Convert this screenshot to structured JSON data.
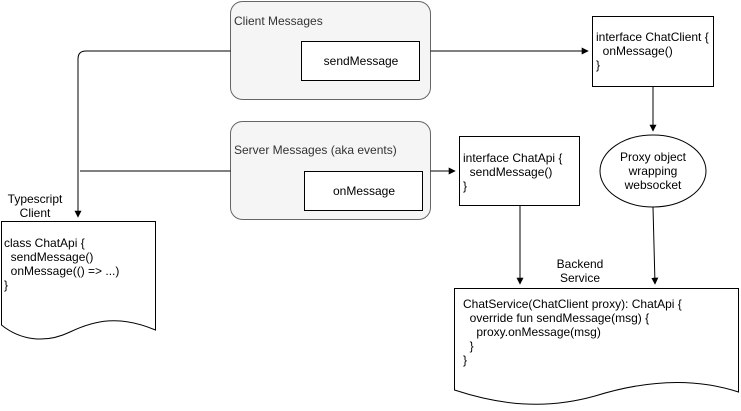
{
  "groups": {
    "client_messages": {
      "title": "Client Messages",
      "item": "sendMessage"
    },
    "server_messages": {
      "title": "Server Messages (aka events)",
      "item": "onMessage"
    }
  },
  "interfaces": {
    "chat_client": [
      "interface ChatClient {",
      "  onMessage()",
      "}"
    ],
    "chat_api": [
      "interface ChatApi {",
      "  sendMessage()",
      "}"
    ]
  },
  "proxy": {
    "lines": [
      "Proxy object",
      "wrapping",
      "websocket"
    ]
  },
  "typescript_client": {
    "caption_lines": [
      "Typescript",
      "Client"
    ],
    "code_lines": [
      "class ChatApi {",
      "  sendMessage()",
      "  onMessage(() => ...)",
      "}"
    ]
  },
  "backend_service": {
    "caption_lines": [
      "Backend",
      "Service"
    ],
    "code_lines": [
      "ChatService(ChatClient proxy): ChatApi {",
      "  override fun sendMessage(msg) {",
      "    proxy.onMessage(msg)",
      "  }",
      "}"
    ]
  },
  "colors": {
    "group_fill": "#f5f5f5",
    "group_stroke": "#666666",
    "line": "#000000",
    "background": "#ffffff"
  }
}
